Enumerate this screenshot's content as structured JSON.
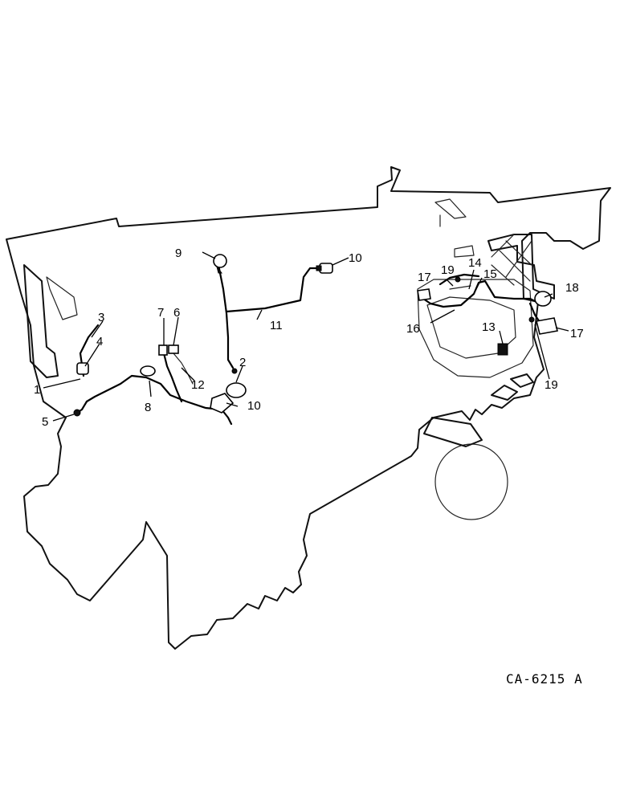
{
  "drawing_code": "CA-6215 A",
  "callouts": [
    {
      "id": "1",
      "text": "1"
    },
    {
      "id": "2",
      "text": "2"
    },
    {
      "id": "3",
      "text": "3"
    },
    {
      "id": "4",
      "text": "4"
    },
    {
      "id": "5",
      "text": "5"
    },
    {
      "id": "6",
      "text": "6"
    },
    {
      "id": "7",
      "text": "7"
    },
    {
      "id": "8",
      "text": "8"
    },
    {
      "id": "9",
      "text": "9"
    },
    {
      "id": "10a",
      "text": "10"
    },
    {
      "id": "10b",
      "text": "10"
    },
    {
      "id": "11",
      "text": "11"
    },
    {
      "id": "12",
      "text": "12"
    },
    {
      "id": "13",
      "text": "13"
    },
    {
      "id": "14",
      "text": "14"
    },
    {
      "id": "15",
      "text": "15"
    },
    {
      "id": "16",
      "text": "16"
    },
    {
      "id": "17a",
      "text": "17"
    },
    {
      "id": "17b",
      "text": "17"
    },
    {
      "id": "18",
      "text": "18"
    },
    {
      "id": "19a",
      "text": "19"
    },
    {
      "id": "19b",
      "text": "19"
    }
  ]
}
